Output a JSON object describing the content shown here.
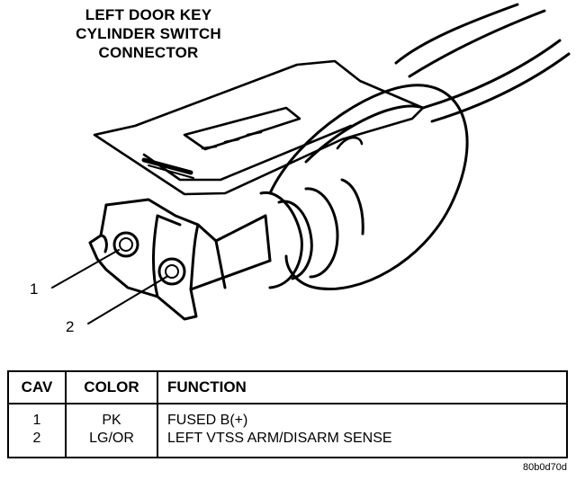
{
  "title": {
    "line1": "LEFT DOOR KEY",
    "line2": "CYLINDER SWITCH",
    "line3": "CONNECTOR"
  },
  "callouts": [
    "1",
    "2"
  ],
  "table": {
    "headers": [
      "CAV",
      "COLOR",
      "FUNCTION"
    ],
    "rows": [
      {
        "cav": "1",
        "color": "PK",
        "function": "FUSED B(+)"
      },
      {
        "cav": "2",
        "color": "LG/OR",
        "function": "LEFT VTSS ARM/DISARM SENSE"
      }
    ]
  },
  "reference_code": "80b0d70d"
}
